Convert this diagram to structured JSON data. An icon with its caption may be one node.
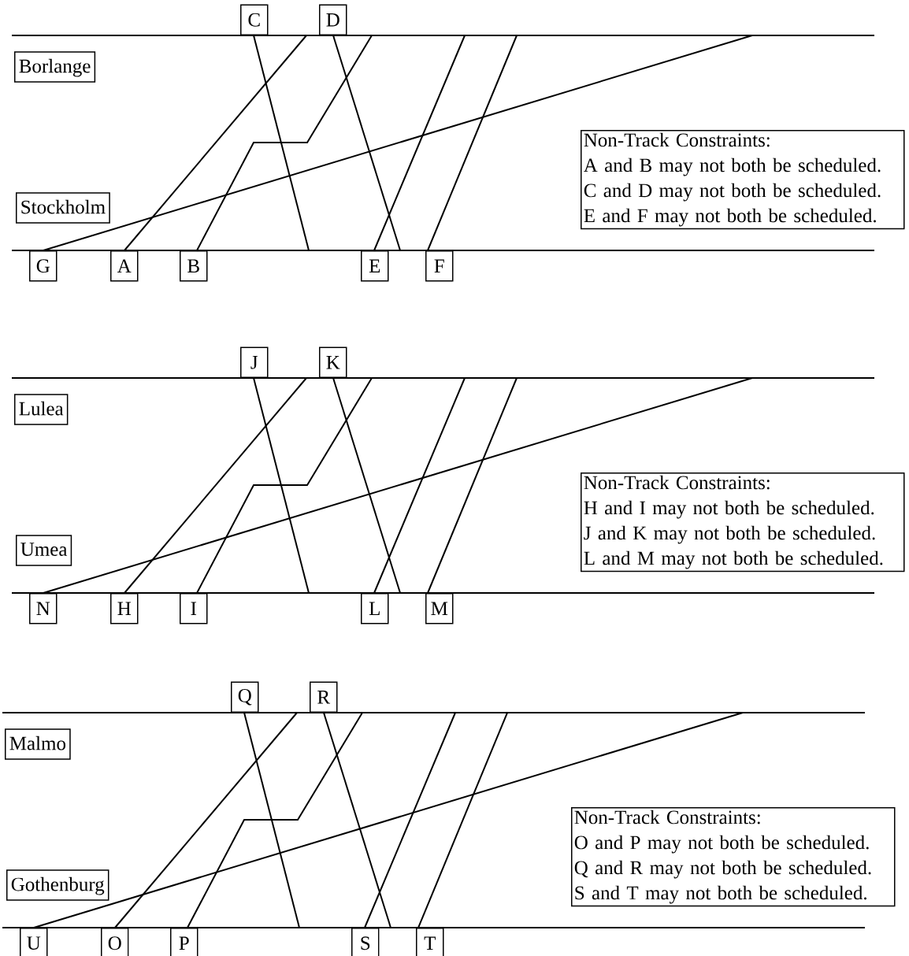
{
  "diagram": {
    "nodes": [
      {
        "text": [
          "C"
        ]
      },
      {
        "text": [
          "D"
        ]
      },
      {
        "text": [
          "Borlange"
        ]
      },
      {
        "text": [
          "Non-Track Constraints:",
          "A and B may not both be scheduled.",
          "C and D may not both be scheduled.",
          "E and F may not both be scheduled."
        ]
      },
      {
        "text": [
          "Stockholm"
        ]
      },
      {
        "text": [
          "G"
        ]
      },
      {
        "text": [
          "A"
        ]
      },
      {
        "text": [
          "B"
        ]
      },
      {
        "text": [
          "E"
        ]
      },
      {
        "text": [
          "F"
        ]
      },
      {
        "text": [
          "J"
        ]
      },
      {
        "text": [
          "K"
        ]
      },
      {
        "text": [
          "Lulea"
        ]
      },
      {
        "text": [
          "Non-Track Constraints:",
          "H and I may not both be scheduled.",
          "J and K may not both be scheduled.",
          "L and M may not both be scheduled."
        ]
      },
      {
        "text": [
          "Umea"
        ]
      },
      {
        "text": [
          "N"
        ]
      },
      {
        "text": [
          "H"
        ]
      },
      {
        "text": [
          "I"
        ]
      },
      {
        "text": [
          "L"
        ]
      },
      {
        "text": [
          "M"
        ]
      },
      {
        "text": [
          "Q"
        ]
      },
      {
        "text": [
          "R"
        ]
      },
      {
        "text": [
          "Malmo"
        ]
      },
      {
        "text": [
          "Non-Track Constraints:",
          "O and P may not both be scheduled.",
          "Q and R may not both be scheduled.",
          "S and T may not both be scheduled."
        ]
      },
      {
        "text": [
          "Gothenburg"
        ]
      },
      {
        "text": [
          "U"
        ]
      },
      {
        "text": [
          "O"
        ]
      },
      {
        "text": [
          "P"
        ]
      },
      {
        "text": [
          "S"
        ]
      },
      {
        "text": [
          "T"
        ]
      }
    ],
    "edges": [
      {
        "from": 5,
        "to": null,
        "arrow": "none"
      },
      {
        "from": 6,
        "to": null,
        "arrow": "none"
      },
      {
        "from": 7,
        "to": null,
        "arrow": "none"
      },
      {
        "from": 0,
        "to": null,
        "arrow": "none"
      },
      {
        "from": 1,
        "to": null,
        "arrow": "none"
      },
      {
        "from": 8,
        "to": null,
        "arrow": "none"
      },
      {
        "from": 9,
        "to": null,
        "arrow": "none"
      },
      {
        "from": 15,
        "to": null,
        "arrow": "none"
      },
      {
        "from": 16,
        "to": null,
        "arrow": "none"
      },
      {
        "from": 17,
        "to": null,
        "arrow": "none"
      },
      {
        "from": 10,
        "to": null,
        "arrow": "none"
      },
      {
        "from": 11,
        "to": null,
        "arrow": "none"
      },
      {
        "from": 18,
        "to": null,
        "arrow": "none"
      },
      {
        "from": 19,
        "to": null,
        "arrow": "none"
      },
      {
        "from": 25,
        "to": null,
        "arrow": "none"
      },
      {
        "from": 26,
        "to": null,
        "arrow": "none"
      },
      {
        "from": 27,
        "to": null,
        "arrow": "none"
      },
      {
        "from": 20,
        "to": null,
        "arrow": "none"
      },
      {
        "from": 21,
        "to": null,
        "arrow": "none"
      },
      {
        "from": 28,
        "to": null,
        "arrow": "none"
      },
      {
        "from": 29,
        "to": null,
        "arrow": "none"
      }
    ]
  }
}
